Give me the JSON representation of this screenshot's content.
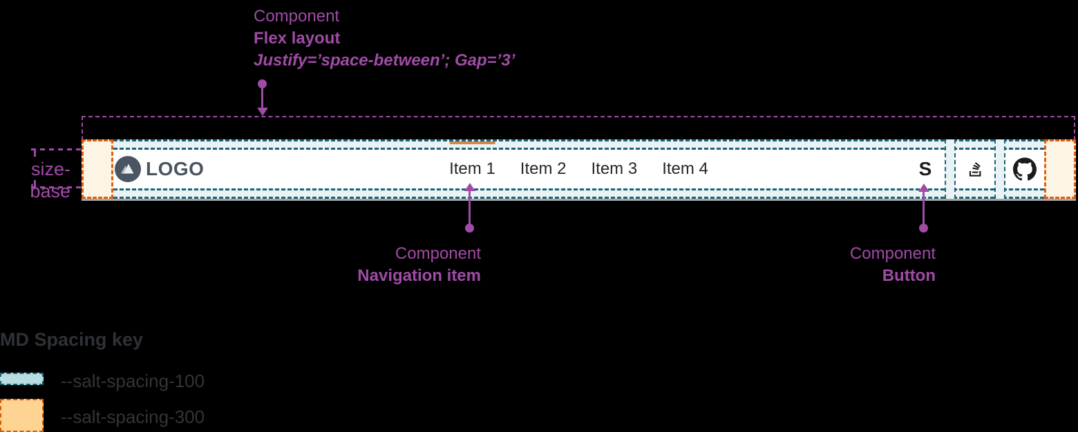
{
  "annotations": {
    "flex_layout": {
      "line1": "Component",
      "line2": "Flex layout",
      "line3": "Justify=’space-between’; Gap=’3’"
    },
    "size_base": {
      "label": "size-base"
    },
    "navigation_item": {
      "line1": "Component",
      "line2": "Navigation item"
    },
    "button": {
      "line1": "Component",
      "line2": "Button"
    }
  },
  "navbar": {
    "logo": {
      "icon": "mountain-logo-icon",
      "text": "LOGO"
    },
    "items": [
      {
        "label": "Item 1",
        "active": true
      },
      {
        "label": "Item 2",
        "active": false
      },
      {
        "label": "Item 3",
        "active": false
      },
      {
        "label": "Item 4",
        "active": false
      }
    ],
    "buttons": [
      {
        "icon": "s-brand-icon",
        "glyph": "S"
      },
      {
        "icon": "stackoverflow-icon"
      },
      {
        "icon": "github-icon"
      }
    ]
  },
  "legend": {
    "title": "MD Spacing key",
    "entries": [
      {
        "swatch": "spacing-100",
        "label": "--salt-spacing-100"
      },
      {
        "swatch": "spacing-300",
        "label": "--salt-spacing-300"
      }
    ]
  },
  "colors": {
    "annotation_purple": "#a04ba6",
    "spacing100_dash": "#1d6272",
    "spacing100_fill": "#b7dde3",
    "spacing300_dash": "#df5f10",
    "spacing300_fill": "#fdd492",
    "active_indicator": "#d4874b",
    "nav_text": "#26262b",
    "logo_color": "#4a5462"
  }
}
